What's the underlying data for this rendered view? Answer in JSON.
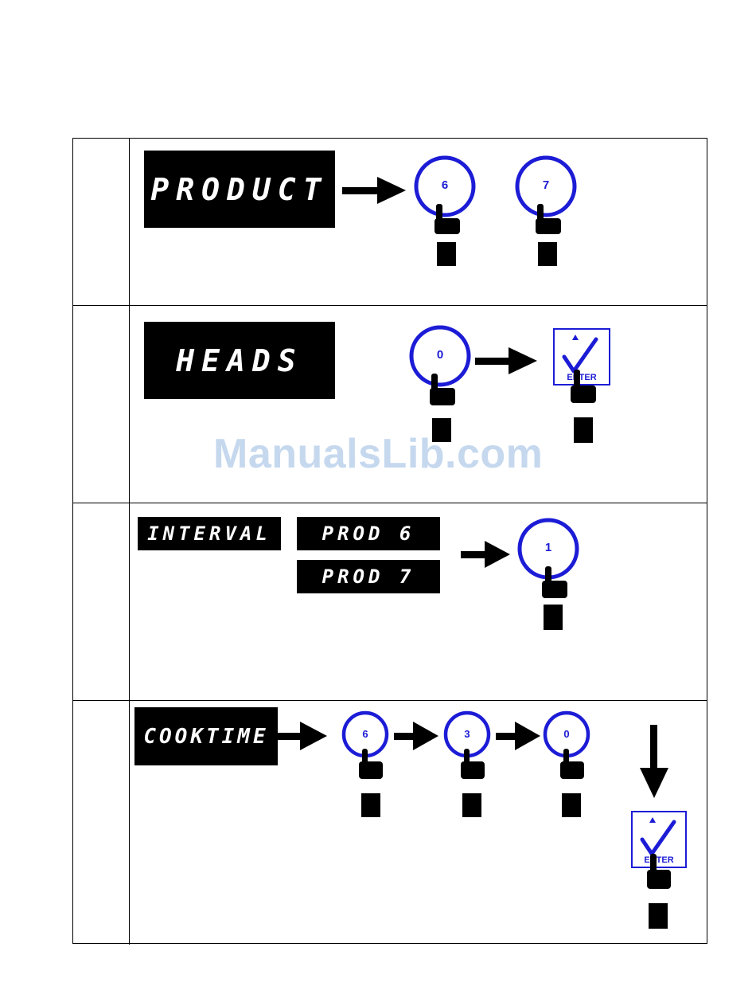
{
  "steps": [
    {
      "display": "PRODUCT",
      "keys": [
        "6",
        "7"
      ]
    },
    {
      "display": "HEADS",
      "keys": [
        "0"
      ],
      "enter_label": "ENTER"
    },
    {
      "display": "INTERVAL",
      "displays_alt": [
        "PROD 6",
        "PROD 7"
      ],
      "keys": [
        "1"
      ]
    },
    {
      "display": "COOKTIME",
      "keys": [
        "6",
        "3",
        "0"
      ],
      "enter_label": "ENTER"
    }
  ],
  "watermark": "ManualsLib.com",
  "colors": {
    "key_ring": "#1c1cd6",
    "lcd_bg": "#000000",
    "lcd_text": "#ffffff",
    "watermark": "#c5d8ee"
  }
}
